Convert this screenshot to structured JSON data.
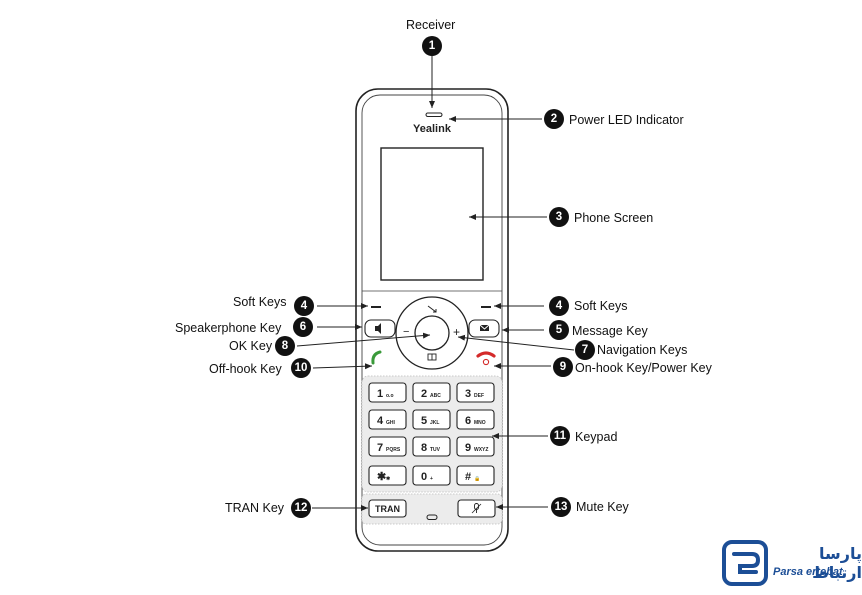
{
  "callouts": [
    {
      "num": "1",
      "label": "Receiver"
    },
    {
      "num": "2",
      "label": "Power LED Indicator"
    },
    {
      "num": "3",
      "label": "Phone Screen"
    },
    {
      "num": "4",
      "label": "Soft Keys"
    },
    {
      "num": "4",
      "label": "Soft Keys"
    },
    {
      "num": "6",
      "label": "Speakerphone Key"
    },
    {
      "num": "5",
      "label": "Message Key"
    },
    {
      "num": "8",
      "label": "OK Key"
    },
    {
      "num": "7",
      "label": "Navigation Keys"
    },
    {
      "num": "10",
      "label": "Off-hook Key"
    },
    {
      "num": "9",
      "label": "On-hook Key/Power Key"
    },
    {
      "num": "11",
      "label": "Keypad"
    },
    {
      "num": "12",
      "label": "TRAN Key"
    },
    {
      "num": "13",
      "label": "Mute Key"
    }
  ],
  "phone": {
    "brand": "Yealink",
    "tran_label": "TRAN",
    "keypad": [
      {
        "digit": "1",
        "sub": "o.o"
      },
      {
        "digit": "2",
        "sub": "ABC"
      },
      {
        "digit": "3",
        "sub": "DEF"
      },
      {
        "digit": "4",
        "sub": "GHI"
      },
      {
        "digit": "5",
        "sub": "JKL"
      },
      {
        "digit": "6",
        "sub": "MNO"
      },
      {
        "digit": "7",
        "sub": "PQRS"
      },
      {
        "digit": "8",
        "sub": "TUV"
      },
      {
        "digit": "9",
        "sub": "WXYZ"
      },
      {
        "digit": "✱",
        "sub": "✱"
      },
      {
        "digit": "0",
        "sub": "+"
      },
      {
        "digit": "#",
        "sub": "🔒"
      }
    ],
    "nav_minus": "−",
    "nav_plus": "+"
  },
  "watermark": {
    "fa": "پارسا ارتباط",
    "en": "Parsa ertebat"
  },
  "colors": {
    "line": "#222222",
    "offhook_green": "#3a9a3a",
    "onhook_red": "#d42a2a",
    "brand_blue": "#1c4e96",
    "keypad_bg": "#ececec"
  }
}
